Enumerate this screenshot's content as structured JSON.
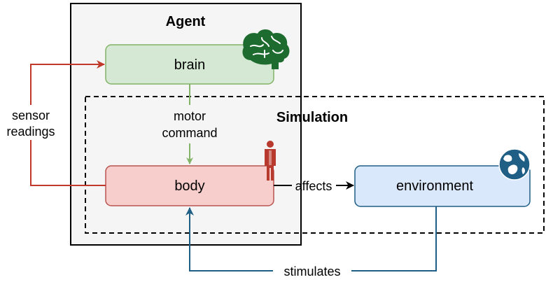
{
  "diagram": {
    "agent": {
      "title": "Agent"
    },
    "simulation": {
      "title": "Simulation"
    },
    "nodes": {
      "brain": {
        "label": "brain",
        "icon": "brain-icon"
      },
      "body": {
        "label": "body",
        "icon": "person-icon"
      },
      "environment": {
        "label": "environment",
        "icon": "globe-icon"
      }
    },
    "edges": {
      "motor_command": {
        "line1": "motor",
        "line2": "command"
      },
      "sensor_readings": {
        "line1": "sensor",
        "line2": "readings"
      },
      "affects": {
        "label": "affects"
      },
      "stimulates": {
        "label": "stimulates"
      }
    },
    "colors": {
      "brain_fill": "#d5e8d4",
      "brain_stroke": "#82b366",
      "brain_icon": "#1e6b2f",
      "body_fill": "#f8cecc",
      "body_stroke": "#b85450",
      "sensor_arrow": "#c0392b",
      "person_icon": "#b83a2e",
      "env_fill": "#dae8fc",
      "env_stroke": "#1f5f86",
      "globe_icon": "#1f5f86",
      "agent_fill": "#f5f5f5"
    }
  }
}
